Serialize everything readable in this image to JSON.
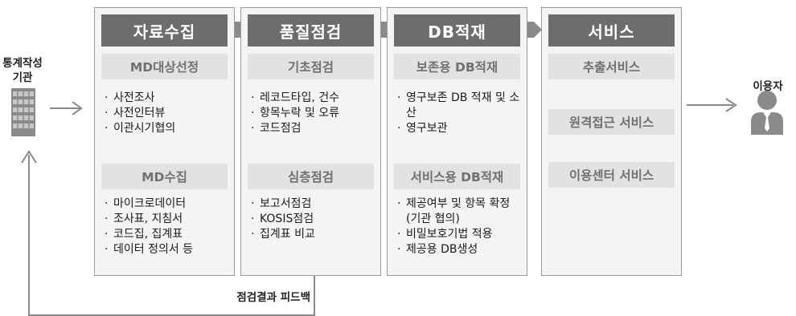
{
  "left_label": [
    "통계작성",
    "기관"
  ],
  "right_label": "이용자",
  "feedback_label": "점검결과 피드백",
  "stages": [
    {
      "title": "자료수집",
      "groups": [
        {
          "header": "MD대상선정",
          "items": [
            "사전조사",
            "사전인터뷰",
            "이관시기협의"
          ]
        },
        {
          "header": "MD수집",
          "items": [
            "마이크로데이터",
            "조사표, 지침서",
            "코드집, 집계표",
            "데이터 정의서 등"
          ]
        }
      ]
    },
    {
      "title": "품질점검",
      "groups": [
        {
          "header": "기초점검",
          "items": [
            "레코드타입, 건수",
            "항목누락 및 오류",
            "코드점검"
          ]
        },
        {
          "header": "심층점검",
          "items": [
            "보고서점검",
            "KOSIS점검",
            "집계표 비교"
          ]
        }
      ]
    },
    {
      "title": "DB적재",
      "groups": [
        {
          "header": "보존용 DB적재",
          "items": [
            "영구보존 DB 적재 및 소산",
            "영구보관"
          ]
        },
        {
          "header": "서비스용 DB적재",
          "items": [
            "제공여부 및 항목 확정(기관 협의)",
            "비밀보호기법 적용",
            "제공용 DB생성"
          ]
        }
      ]
    },
    {
      "title": "서비스",
      "services": [
        "추출서비스",
        "원격접근 서비스",
        "이용센터 서비스"
      ]
    }
  ],
  "colors": {
    "header_bg": "#6d6d6d",
    "sub_bg": "#e2e2e2",
    "sub_text": "#707070",
    "panel_bg": "#f4f4f4",
    "border": "#9a9a9a"
  },
  "icons": [
    "building-icon",
    "user-icon",
    "chevron-arrow-icon"
  ]
}
